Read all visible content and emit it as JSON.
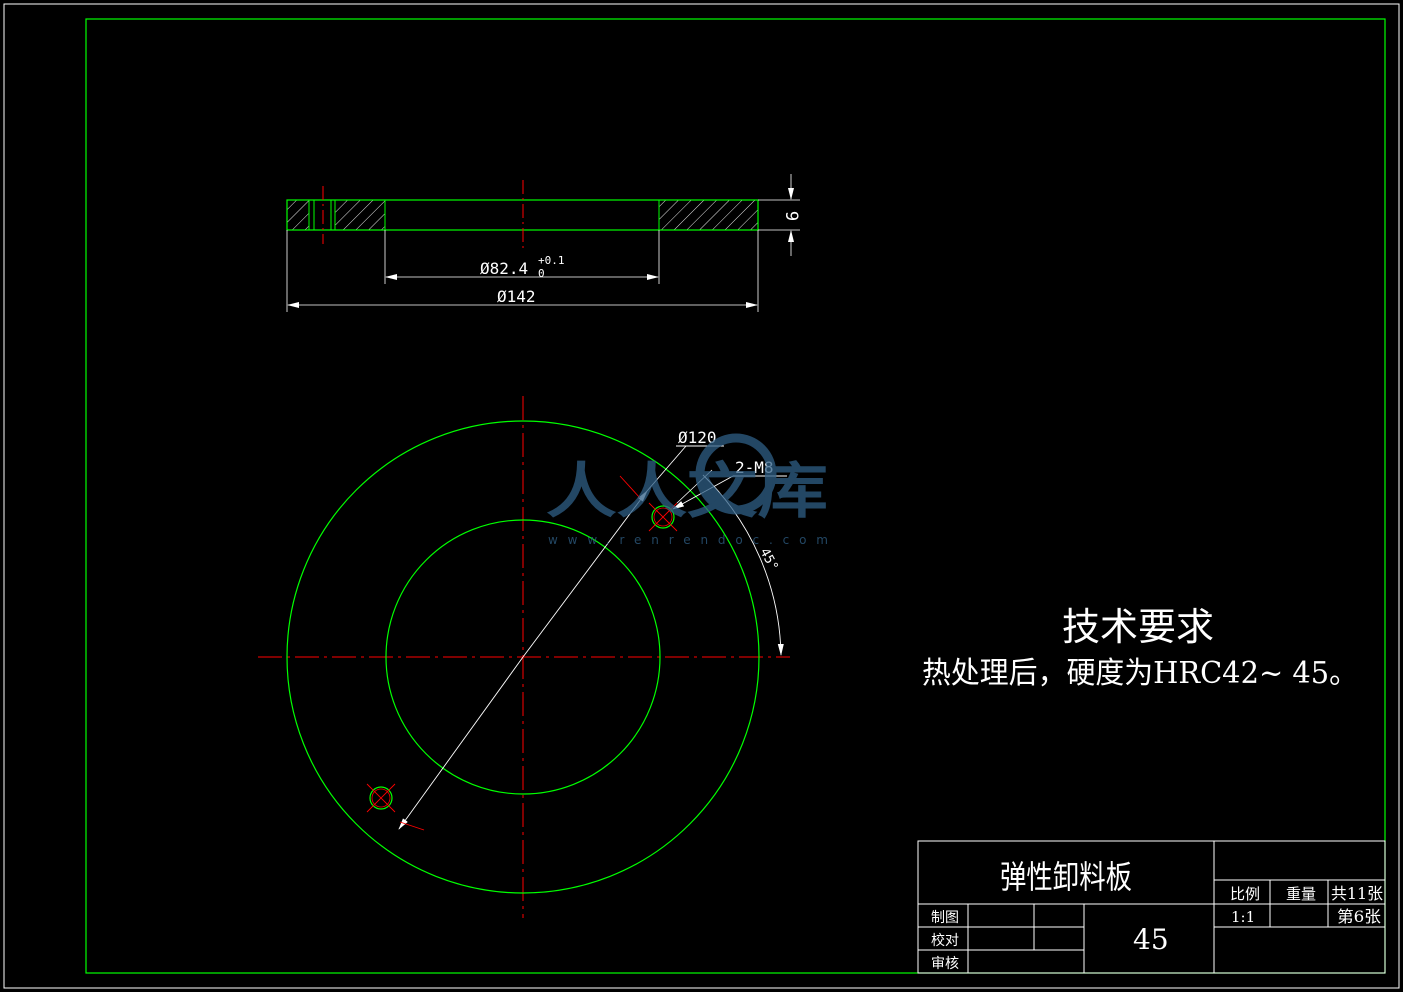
{
  "colors": {
    "background": "#000000",
    "outline": "#00ff00",
    "centerline": "#ff0000",
    "dimension": "#ffffff",
    "text": "#ffffff",
    "watermark": "#2f5f86"
  },
  "section_view": {
    "dim_thickness": "9",
    "dim_bore": "Ø82.4",
    "dim_bore_tol_upper": "+0.1",
    "dim_bore_tol_lower": "0",
    "dim_outer": "Ø142"
  },
  "plan_view": {
    "dim_bolt_circle": "Ø120",
    "dim_thread": "2-M8",
    "dim_angle": "45°"
  },
  "tech_requirements": {
    "title": "技术要求",
    "line1": "热处理后，硬度为HRC42~ 45。"
  },
  "title_block": {
    "part_name": "弹性卸料板",
    "material": "45",
    "ratio_label": "比例",
    "ratio_value": "1:1",
    "weight_label": "重量",
    "sheet_total": "共11张",
    "sheet_current": "第6张",
    "row_drawn": "制图",
    "row_checked": "校对",
    "row_approved": "审核"
  },
  "watermark": {
    "text": "人人文库",
    "url": "www.renrendoc.com"
  }
}
